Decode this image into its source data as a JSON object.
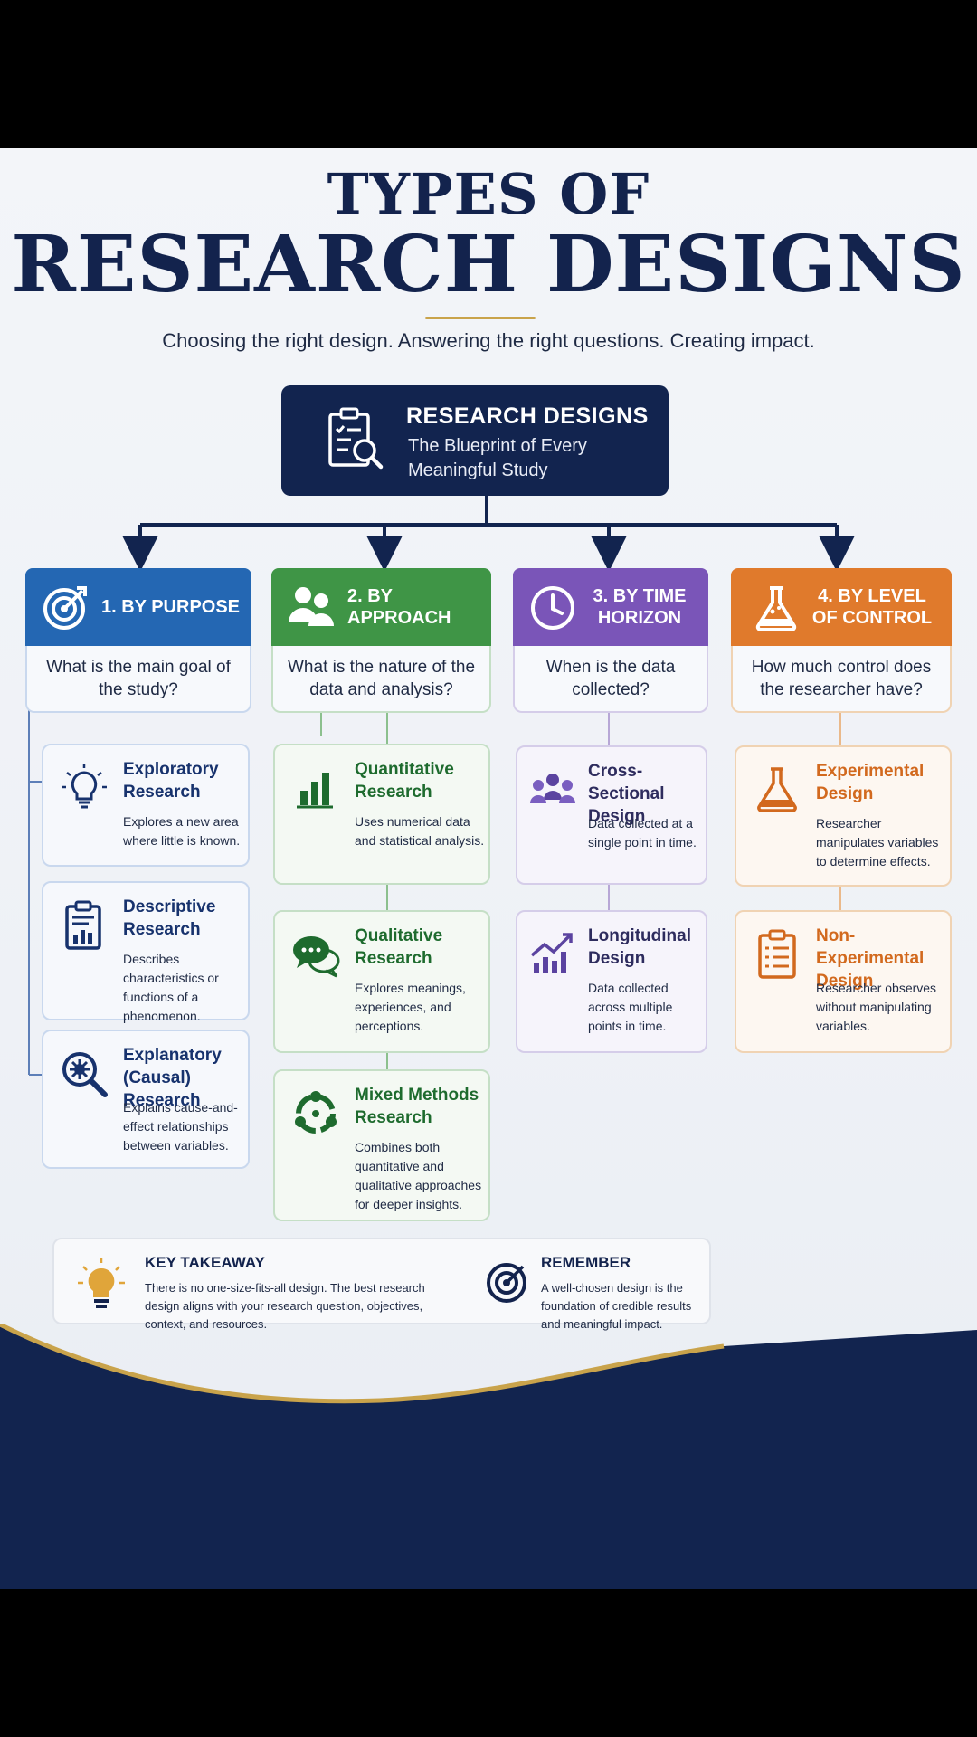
{
  "title": {
    "line1": "TYPES OF",
    "line2": "RESEARCH DESIGNS",
    "subtitle": "Choosing the right design. Answering the right questions. Creating impact."
  },
  "root": {
    "title": "RESEARCH DESIGNS",
    "subtitle": "The Blueprint of Every Meaningful Study",
    "icon": "clipboard-search-icon"
  },
  "categories": [
    {
      "label": "1. BY PURPOSE",
      "question": "What is the main goal of the study?",
      "color": "#2467b3",
      "icon": "target-icon",
      "items": [
        {
          "title": "Exploratory Research",
          "desc": "Explores a new area where little is known.",
          "icon": "lightbulb-icon"
        },
        {
          "title": "Descriptive Research",
          "desc": "Describes characteristics or functions of a phenomenon.",
          "icon": "clipboard-chart-icon"
        },
        {
          "title": "Explanatory (Causal) Research",
          "desc": "Explains cause-and-effect relationships between variables.",
          "icon": "magnifier-gear-icon"
        }
      ]
    },
    {
      "label": "2. BY APPROACH",
      "question": "What is the nature of the data and analysis?",
      "color": "#3f9546",
      "icon": "people-icon",
      "items": [
        {
          "title": "Quantitative Research",
          "desc": "Uses numerical data and statistical analysis.",
          "icon": "bar-chart-icon"
        },
        {
          "title": "Qualitative Research",
          "desc": "Explores meanings, experiences, and perceptions.",
          "icon": "chat-bubbles-icon"
        },
        {
          "title": "Mixed Methods Research",
          "desc": "Combines both quantitative and qualitative approaches for deeper insights.",
          "icon": "cycle-icon"
        }
      ]
    },
    {
      "label": "3. BY TIME HORIZON",
      "question": "When is the data collected?",
      "color": "#7a55b8",
      "icon": "clock-icon",
      "items": [
        {
          "title": "Cross-Sectional Design",
          "desc": "Data collected at a single point in time.",
          "icon": "group-icon"
        },
        {
          "title": "Longitudinal Design",
          "desc": "Data collected across multiple points in time.",
          "icon": "trend-chart-icon"
        }
      ]
    },
    {
      "label": "4. BY LEVEL OF CONTROL",
      "question": "How much control does the researcher have?",
      "color": "#e07a2c",
      "icon": "flask-icon",
      "items": [
        {
          "title": "Experimental Design",
          "desc": "Researcher manipulates variables to determine effects.",
          "icon": "flask-icon"
        },
        {
          "title": "Non-Experimental Design",
          "desc": "Researcher observes without manipulating variables.",
          "icon": "checklist-icon"
        }
      ]
    }
  ],
  "takeaway": {
    "title": "KEY TAKEAWAY",
    "text": "There is no one-size-fits-all design. The best research design aligns with your research question, objectives, context, and resources.",
    "icon": "lightbulb-icon"
  },
  "remember": {
    "title": "REMEMBER",
    "text": "A well-chosen design is the foundation of credible results and meaningful impact.",
    "icon": "target-icon"
  },
  "colors": {
    "navy": "#12244f",
    "gold": "#c9a34b"
  }
}
